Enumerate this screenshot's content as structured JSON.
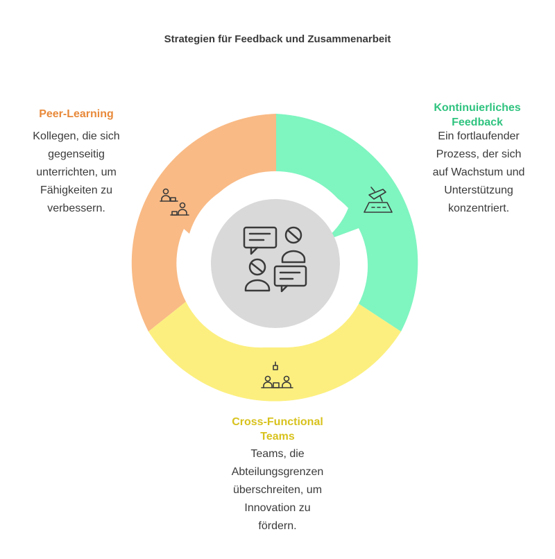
{
  "title": "Strategien für Feedback und Zusammenarbeit",
  "colors": {
    "peer": "#F9BA85",
    "peer_text": "#E8893A",
    "feedback": "#7FF5C0",
    "feedback_text": "#2FC37F",
    "teams": "#FCEF7F",
    "teams_text": "#D8C21E",
    "center": "#D9D9D9",
    "icon_stroke": "#3a3a3a"
  },
  "segments": {
    "peer": {
      "heading": "Peer-Learning",
      "lines": [
        "Kollegen, die sich",
        "gegenseitig",
        "unterrichten, um",
        "Fähigkeiten zu",
        "verbessern."
      ],
      "icon": "peer-learning-icon"
    },
    "feedback": {
      "heading_lines": [
        "Kontinuierliches",
        "Feedback"
      ],
      "lines": [
        "Ein fortlaufender",
        "Prozess, der sich",
        "auf Wachstum und",
        "Unterstützung",
        "konzentriert."
      ],
      "icon": "airplane-runway-icon"
    },
    "teams": {
      "heading_lines": [
        "Cross-Functional",
        "Teams"
      ],
      "lines": [
        "Teams, die",
        "Abteilungsgrenzen",
        "überschreiten, um",
        "Innovation zu",
        "fördern."
      ],
      "icon": "team-meeting-icon"
    }
  },
  "center_icon": "collaboration-chat-icon"
}
